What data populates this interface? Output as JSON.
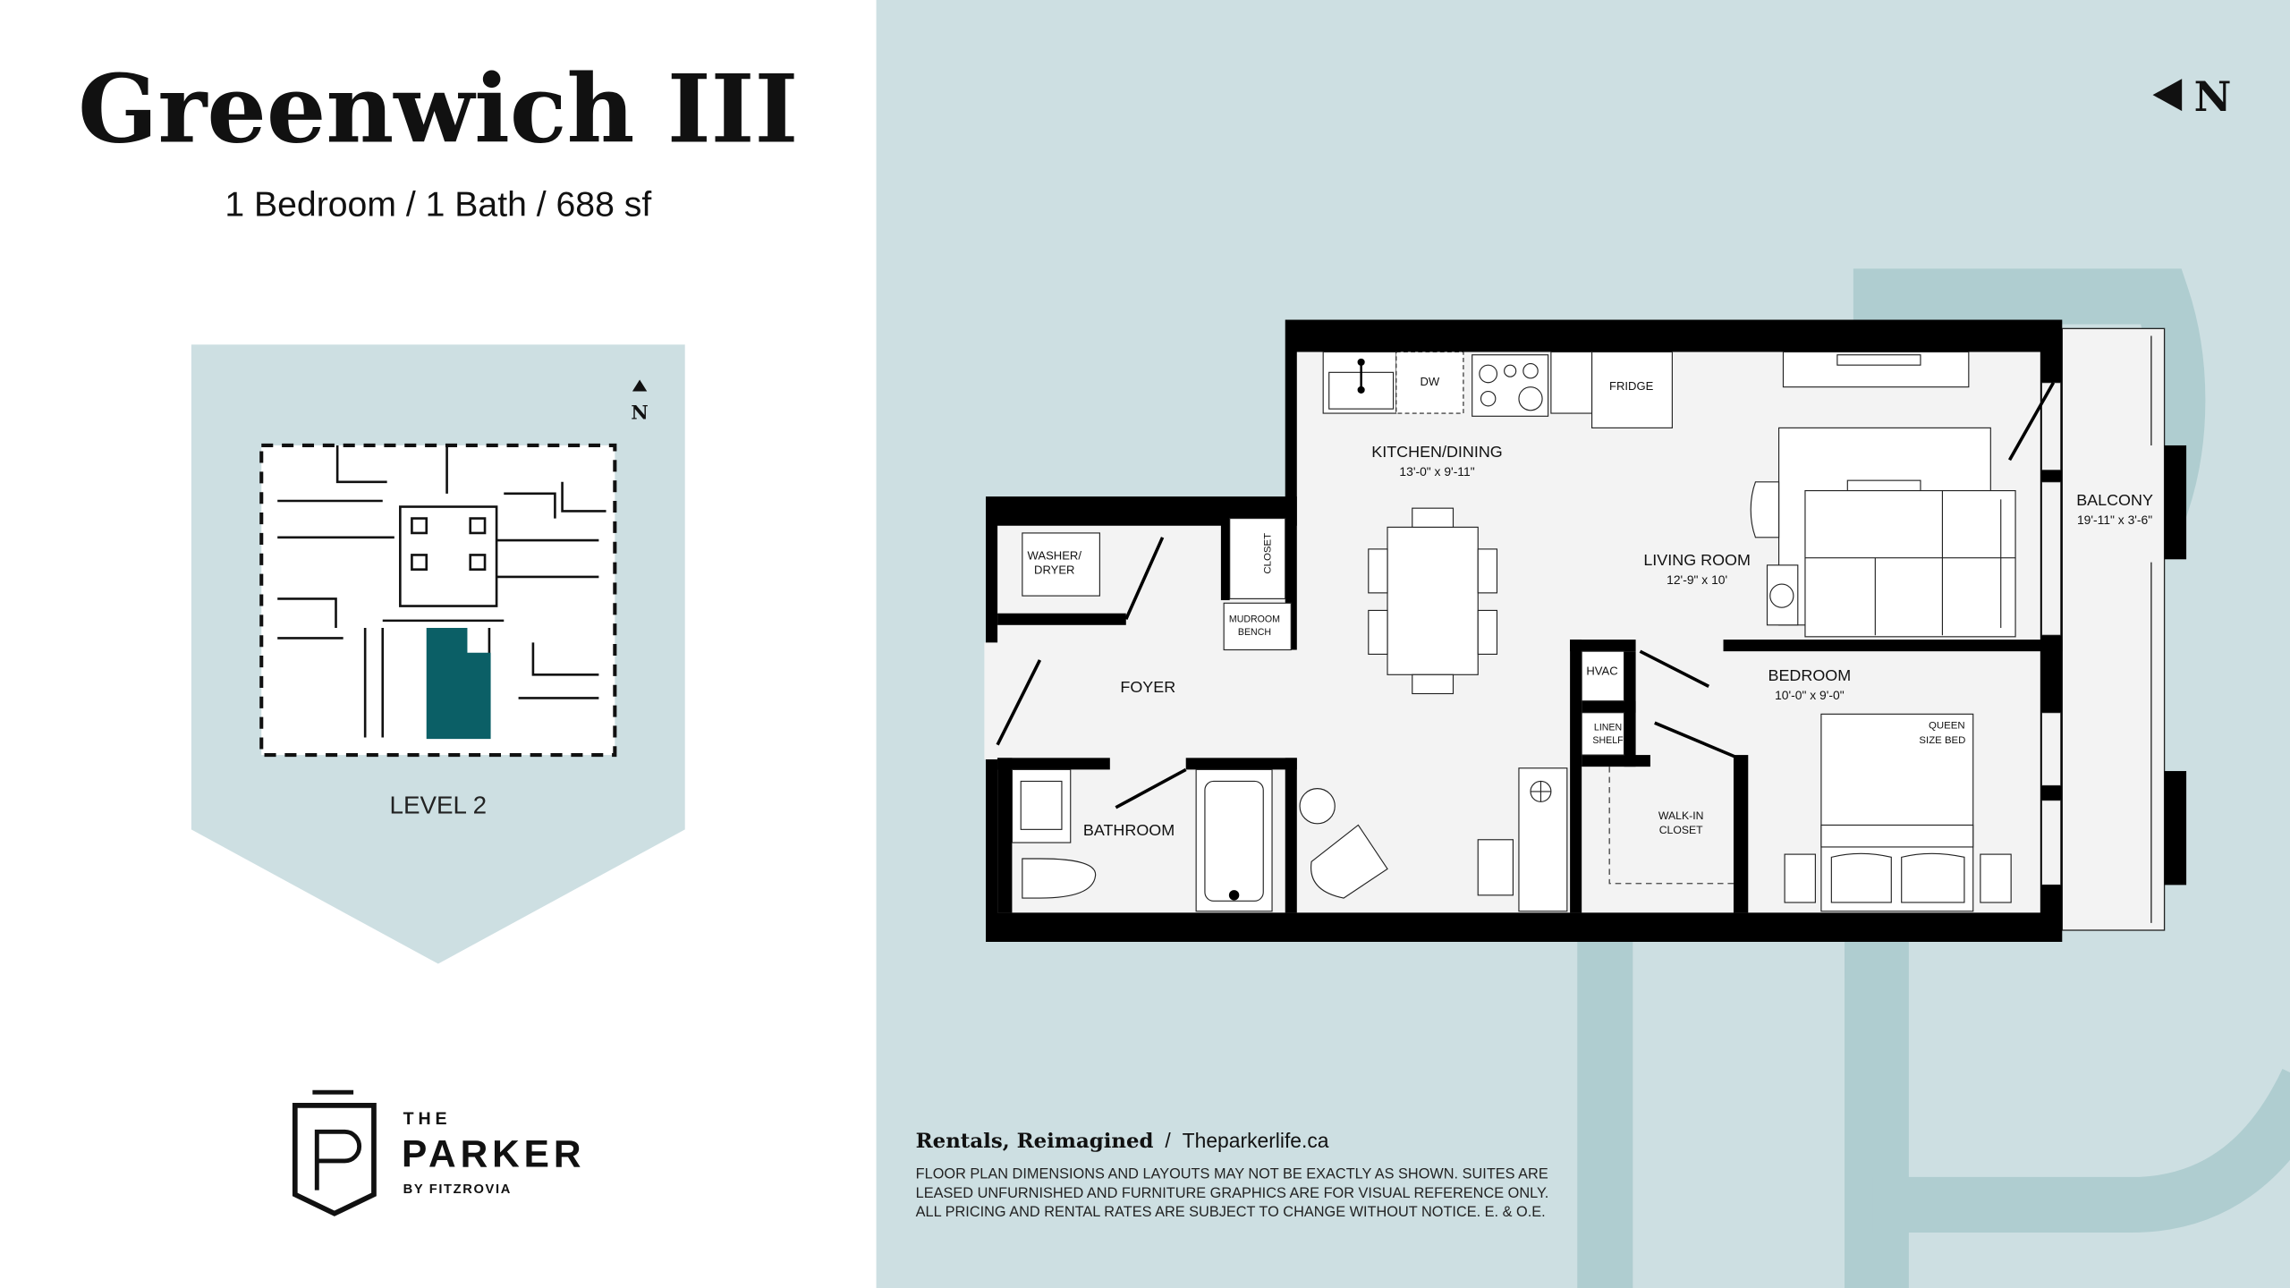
{
  "header": {
    "title": "Greenwich III",
    "subtitle": "1 Bedroom / 1 Bath / 688 sf"
  },
  "keyplan": {
    "north_label": "N",
    "level_label": "LEVEL 2",
    "highlight_color": "#0b5f66"
  },
  "logo": {
    "the": "THE",
    "name": "PARKER",
    "by": "BY FITZROVIA"
  },
  "compass": {
    "label": "N",
    "icon": "north-arrow-left-icon"
  },
  "rooms": {
    "kitchen": {
      "name": "KITCHEN/DINING",
      "dims": "13'-0\" x 9'-11\""
    },
    "living": {
      "name": "LIVING ROOM",
      "dims": "12'-9\" x 10'"
    },
    "balcony": {
      "name": "BALCONY",
      "dims": "19'-11\" x 3'-6\""
    },
    "bedroom": {
      "name": "BEDROOM",
      "dims": "10'-0\" x 9'-0\""
    },
    "foyer": {
      "name": "FOYER"
    },
    "bathroom": {
      "name": "BATHROOM"
    },
    "walkin": {
      "line1": "WALK-IN",
      "line2": "CLOSET"
    },
    "washer": {
      "line1": "WASHER/",
      "line2": "DRYER"
    },
    "closet": {
      "name": "CLOSET"
    },
    "mudroom": {
      "line1": "MUDROOM",
      "line2": "BENCH"
    },
    "hvac": {
      "name": "HVAC"
    },
    "linen": {
      "line1": "LINEN",
      "line2": "SHELF"
    },
    "dw": {
      "name": "DW"
    },
    "fridge": {
      "name": "FRIDGE"
    },
    "bed": {
      "line1": "QUEEN",
      "line2": "SIZE BED"
    }
  },
  "footer": {
    "tagline": "Rentals, Reimagined",
    "separator": "/",
    "website": "Theparkerlife.ca",
    "disclaimer": [
      "FLOOR PLAN DIMENSIONS AND LAYOUTS MAY NOT BE EXACTLY AS SHOWN. SUITES ARE",
      "LEASED UNFURNISHED AND FURNITURE GRAPHICS ARE FOR VISUAL REFERENCE ONLY.",
      "ALL PRICING AND RENTAL RATES ARE SUBJECT TO CHANGE WITHOUT NOTICE. E. & O.E."
    ]
  },
  "colors": {
    "panel": "#cddfe2",
    "accent_stroke": "#afcdd0",
    "floor": "#f3f3f3",
    "wall": "#000000"
  }
}
